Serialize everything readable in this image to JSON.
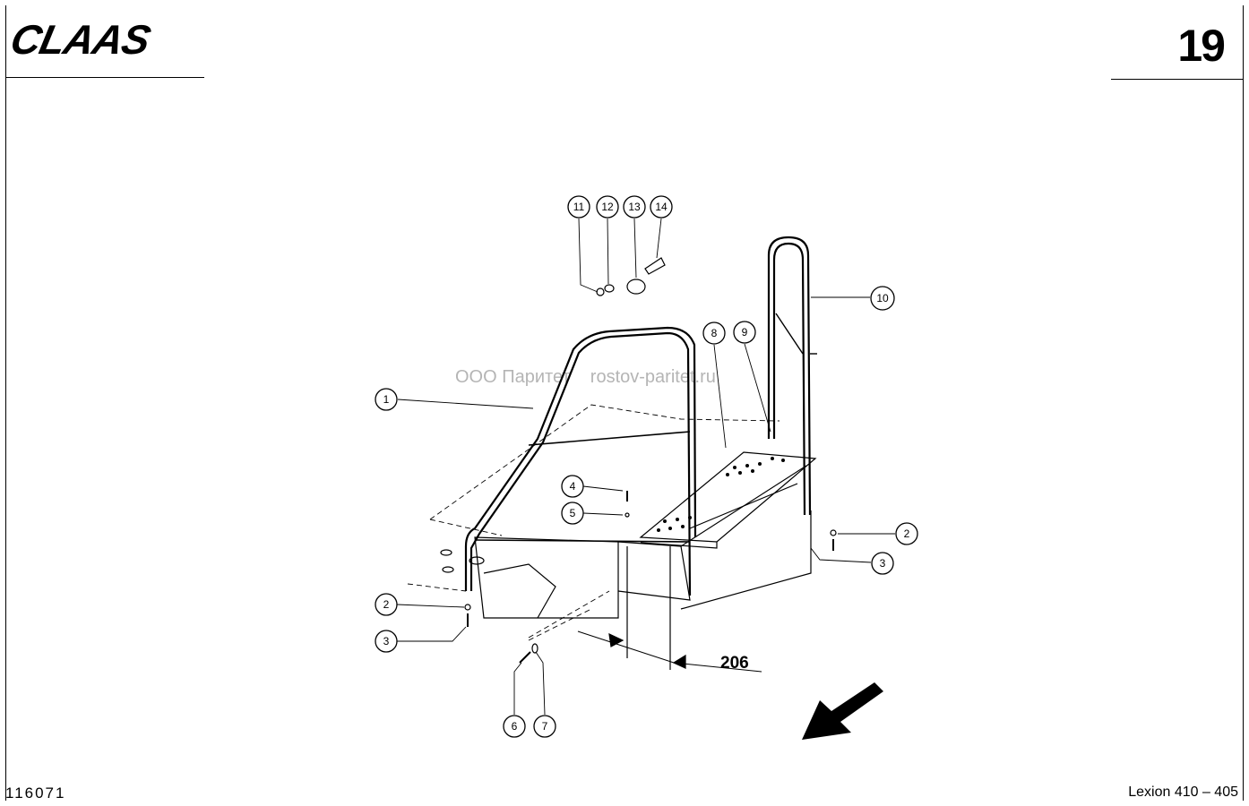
{
  "header": {
    "logo_text": "CLAAS",
    "page_number": "19"
  },
  "footer": {
    "drawing_number": "116071",
    "model": "Lexion 410 – 405"
  },
  "watermark": "ООО Паритет    rostov-paritet.ru",
  "diagram": {
    "reference_label": "206",
    "callouts": [
      "1",
      "2",
      "3",
      "4",
      "5",
      "6",
      "7",
      "8",
      "9",
      "10",
      "11",
      "12",
      "13",
      "14",
      "2",
      "3"
    ]
  }
}
